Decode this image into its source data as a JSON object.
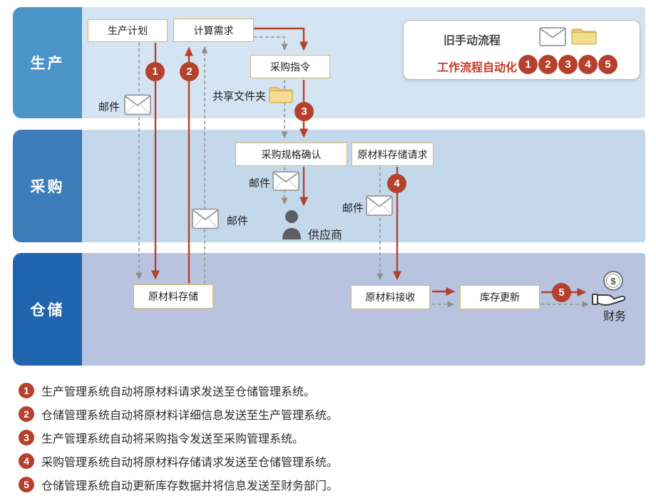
{
  "colors": {
    "accent_red": "#b5402c",
    "legend_red_text": "#c23a27",
    "box_border_gold": "#d8b863",
    "dashed_gray": "#9a9a9a",
    "lane_production_label": "#4b94c8",
    "lane_production_body": "#d4e4f2",
    "lane_procurement_label": "#3c7db9",
    "lane_procurement_body": "#c4d8ec",
    "lane_warehouse_label": "#2065ae",
    "lane_warehouse_body": "#b8c3e0"
  },
  "lanes": [
    {
      "label": "生产"
    },
    {
      "label": "采购"
    },
    {
      "label": "仓储"
    }
  ],
  "nodes": {
    "production_plan": "生产计划",
    "calc_demand": "计算需求",
    "purchase_order": "采购指令",
    "purchase_spec_confirm": "采购规格确认",
    "material_storage_request": "原材料存储请求",
    "material_storage": "原材料存储",
    "material_receipt": "原材料接收",
    "inventory_update": "库存更新"
  },
  "labels": {
    "email": "邮件",
    "shared_folder": "共享文件夹",
    "supplier": "供应商",
    "finance": "财务",
    "coin_symbol": "$"
  },
  "legend": {
    "old_manual_label": "旧手动流程",
    "automation_label": "工作流程自动化"
  },
  "steps": [
    "1",
    "2",
    "3",
    "4",
    "5"
  ],
  "notes": [
    {
      "num": "1",
      "text": "生产管理系统自动将原材料请求发送至仓储管理系统。"
    },
    {
      "num": "2",
      "text": "仓储管理系统自动将原材料详细信息发送至生产管理系统。"
    },
    {
      "num": "3",
      "text": "生产管理系统自动将采购指令发送至采购管理系统。"
    },
    {
      "num": "4",
      "text": "采购管理系统自动将原材料存储请求发送至仓储管理系统。"
    },
    {
      "num": "5",
      "text": "仓储管理系统自动更新库存数据并将信息发送至财务部门。"
    }
  ]
}
